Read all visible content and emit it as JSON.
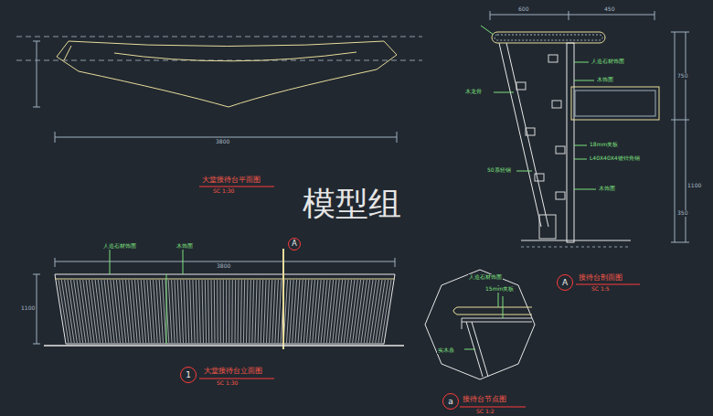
{
  "diagram": {
    "nodes": [
      {
        "text": [
          "A"
        ]
      },
      {
        "text": [
          "1"
        ]
      },
      {
        "text": [
          "A"
        ]
      },
      {
        "text": [
          "a"
        ]
      }
    ],
    "labels": [
      "模型组",
      "3800",
      "大堂接待台平面图",
      "SC 1:30",
      "人造石材饰面",
      "木饰面",
      "3800",
      "1100",
      "大堂接待台立面图",
      "SC 1:30",
      "600",
      "450",
      "人造石材饰面",
      "木饰面",
      "木龙骨",
      "18mm夹板",
      "L40X40X4镀锌角钢",
      "50系轻钢",
      "木饰面",
      "1100",
      "750",
      "350",
      "接待台剖面图",
      "SC 1:5",
      "人造石材饰面",
      "15mm夹板",
      "实木条",
      "接待台节点图",
      "SC 1:2"
    ]
  }
}
